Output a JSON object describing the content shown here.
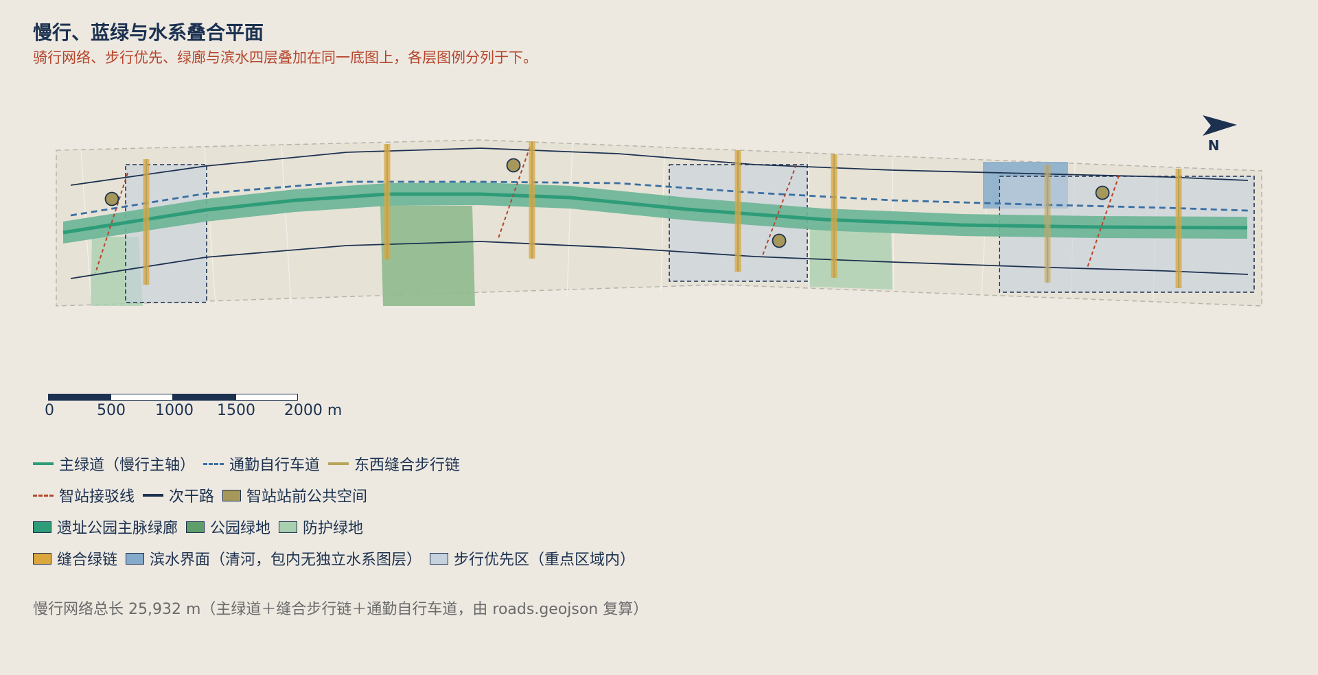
{
  "title": "慢行、蓝绿与水系叠合平面",
  "subtitle": "骑行网络、步行优先、绿廊与滨水四层叠加在同一底图上，各层图例分列于下。",
  "north_label": "N",
  "colors": {
    "background": "#ede9e1",
    "main_greenway": "#2e9c78",
    "corridor_band": "#6cb597",
    "commute_bike": "#3a6fa3",
    "stitch_walk": "#c9a04a",
    "station_link": "#b5452c",
    "secondary_road": "#1c3150",
    "station_plaza": "#a6985a",
    "park_green": "#5f9e6a",
    "buffer_green": "#a8cfae",
    "stitch_green": "#dba73c",
    "waterfront": "#85aacb",
    "pedestrian_zone": "#c7d2de"
  },
  "scale_bar": {
    "unit": "m",
    "ticks": [
      "0",
      "500",
      "1000",
      "1500",
      "2000 m"
    ]
  },
  "legend": {
    "rows": [
      [
        {
          "type": "line-solid",
          "color": "#2e9c78",
          "label": "主绿道（慢行主轴）"
        },
        {
          "type": "line-dash",
          "color": "#3a6fa3",
          "label": "通勤自行车道"
        },
        {
          "type": "line-solid",
          "color": "#b8a35a",
          "label": "东西缝合步行链"
        }
      ],
      [
        {
          "type": "line-dash",
          "color": "#b5452c",
          "label": "智站接驳线"
        },
        {
          "type": "line-solid",
          "color": "#1c3150",
          "label": "次干路"
        },
        {
          "type": "box",
          "color": "#a6985a",
          "label": "智站站前公共空间"
        }
      ],
      [
        {
          "type": "box",
          "color": "#2e9c78",
          "label": "遗址公园主脉绿廊"
        },
        {
          "type": "box",
          "color": "#5f9e6a",
          "label": "公园绿地"
        },
        {
          "type": "box",
          "color": "#a8cfae",
          "label": "防护绿地"
        }
      ],
      [
        {
          "type": "box",
          "color": "#dba73c",
          "label": "缝合绿链"
        },
        {
          "type": "box",
          "color": "#85aacb",
          "label": "滨水界面（清河，包内无独立水系图层）"
        },
        {
          "type": "box",
          "color": "#c7d2de",
          "label": "步行优先区（重点区域内）"
        }
      ]
    ]
  },
  "footnote": "慢行网络总长 25,932 m（主绿道＋缝合步行链＋通勤自行车道，由 roads.geojson 复算）"
}
